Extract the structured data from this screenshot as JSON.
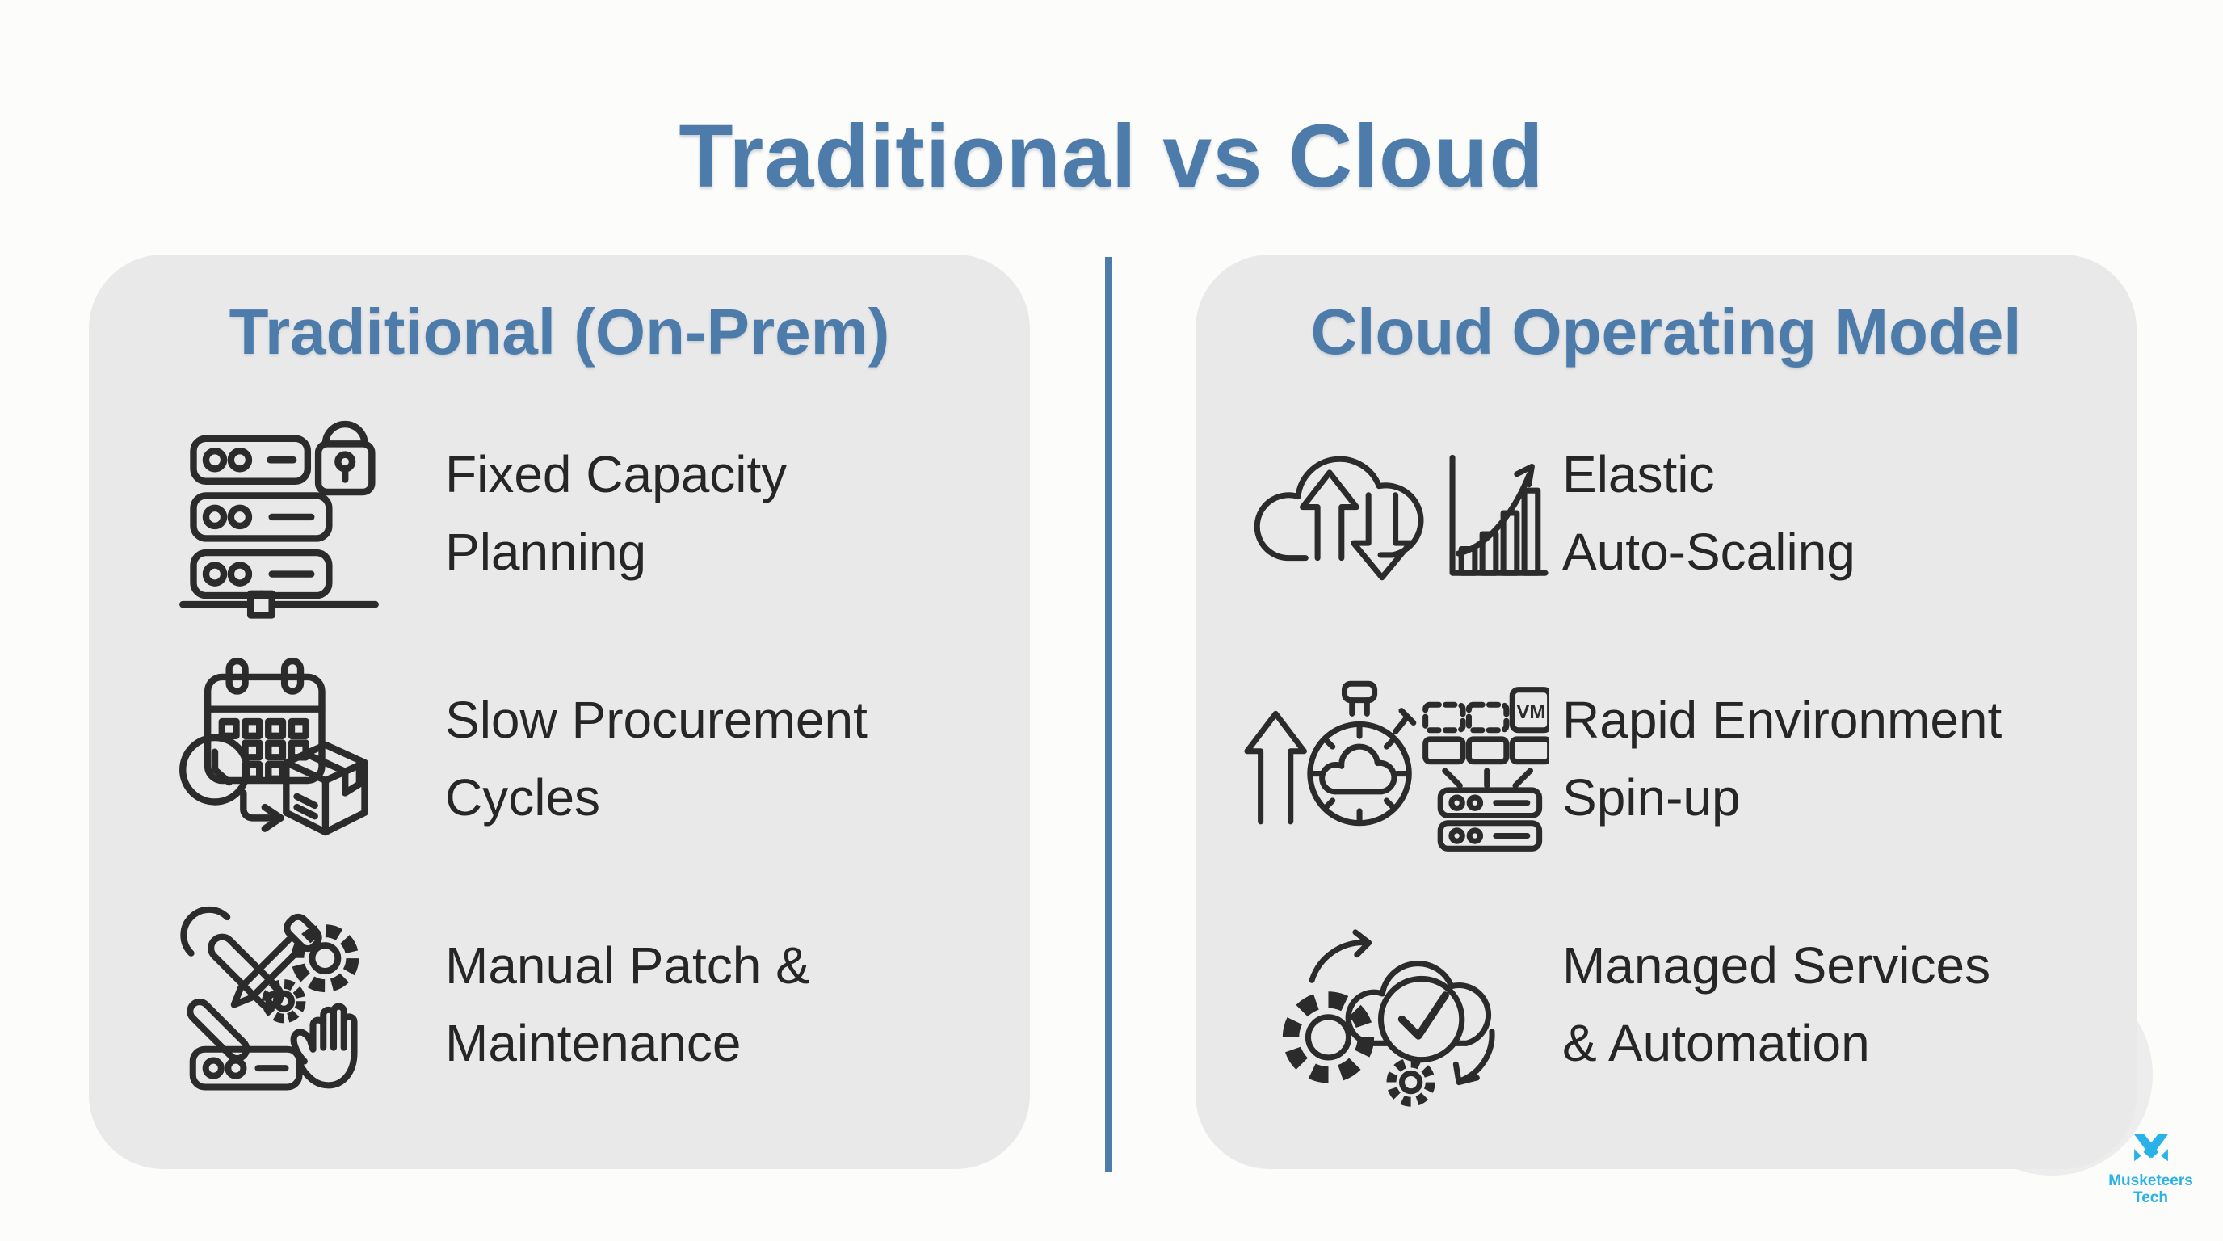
{
  "page": {
    "title": "Traditional vs Cloud"
  },
  "left_panel": {
    "title": "Traditional (On-Prem)",
    "items": [
      {
        "icon": "server-lock-icon",
        "line1": "Fixed Capacity",
        "line2": "Planning"
      },
      {
        "icon": "procurement-calendar-icon",
        "line1": "Slow Procurement",
        "line2": "Cycles"
      },
      {
        "icon": "tools-maintenance-icon",
        "line1": "Manual Patch &",
        "line2": "Maintenance"
      }
    ]
  },
  "right_panel": {
    "title": "Cloud Operating Model",
    "items": [
      {
        "icon": "cloud-autoscaling-icon",
        "line1": "Elastic",
        "line2": "Auto-Scaling"
      },
      {
        "icon": "stopwatch-spinup-icon",
        "line1": "Rapid Environment",
        "line2": "Spin-up"
      },
      {
        "icon": "gears-automation-icon",
        "line1": "Managed Services",
        "line2": "& Automation"
      }
    ]
  },
  "icons": {
    "vm_label": "VM"
  },
  "logo": {
    "name": "Musketeers",
    "suffix": "Tech"
  },
  "colors": {
    "accent_blue": "#4d7cab",
    "panel_bg": "#e9e9ea",
    "text_dark": "#262626",
    "icon_stroke": "#2b2b2b",
    "logo_cyan": "#29b2e8"
  }
}
